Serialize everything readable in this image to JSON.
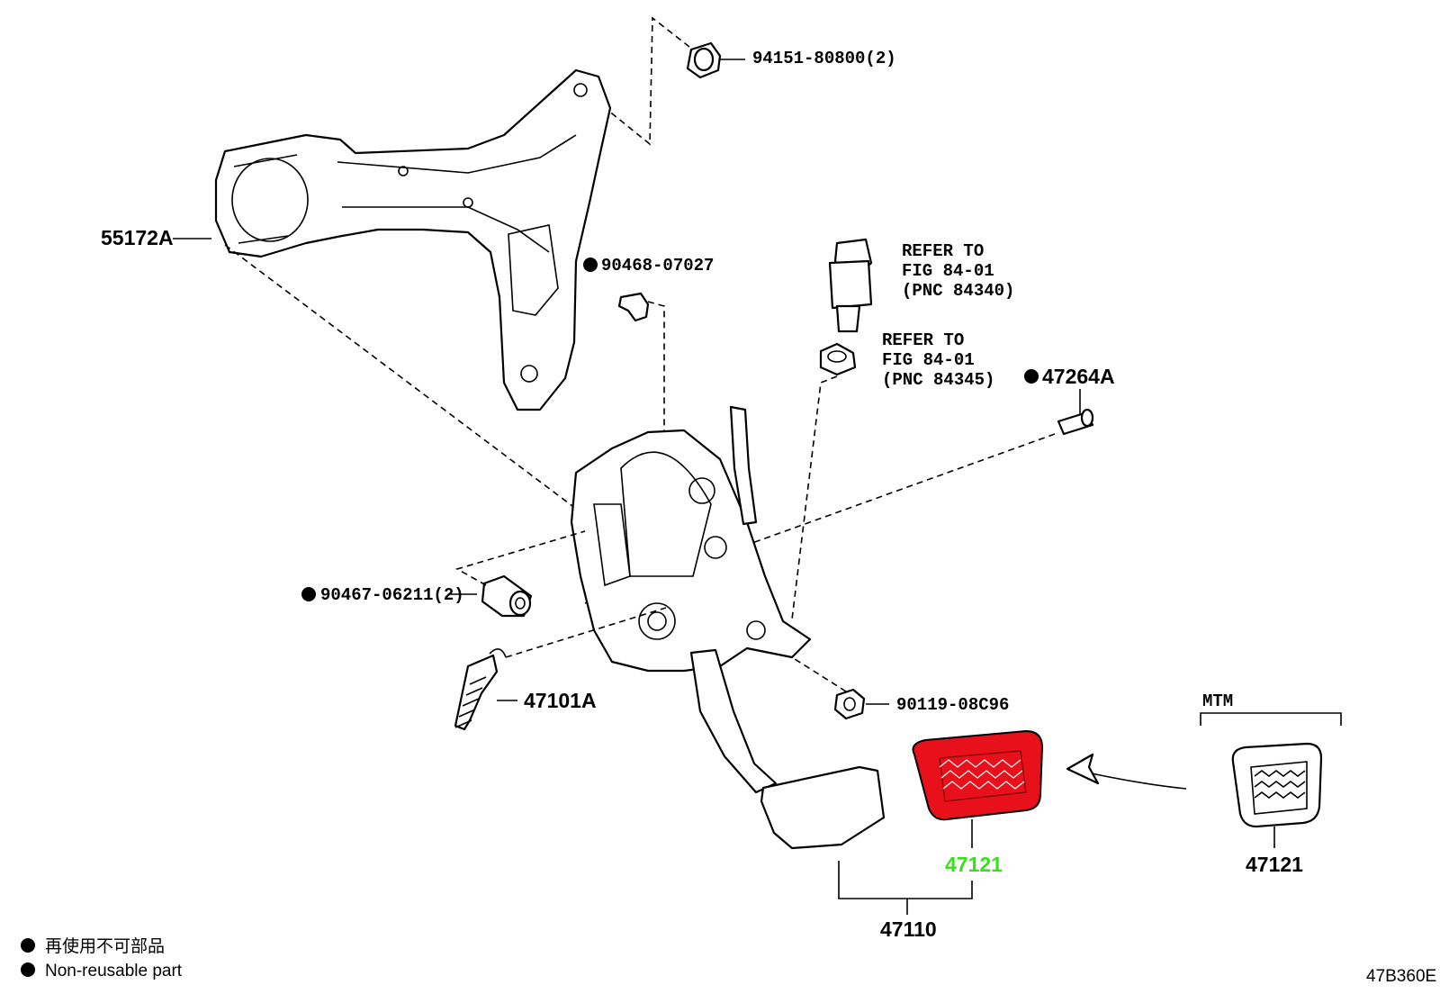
{
  "labels": {
    "bolt_top": "94151-80800(2)",
    "bracket": "55172A",
    "clip": "90468-07027",
    "refer1_line1": "REFER TO",
    "refer1_line2": "FIG 84-01",
    "refer1_line3": "(PNC 84340)",
    "refer2_line1": "REFER TO",
    "refer2_line2": "FIG 84-01",
    "refer2_line3": "(PNC 84345)",
    "pin": "47264A",
    "bushing": "90467-06211(2)",
    "spring": "47101A",
    "bolt_small": "90119-08C96",
    "mtm": "MTM",
    "pad_highlight": "47121",
    "pad_mtm": "47121",
    "pedal_assy": "47110"
  },
  "legend": {
    "jp": "再使用不可部品",
    "en": "Non-reusable part"
  },
  "figure_code": "47B360E",
  "colors": {
    "highlight_fill": "#e8101a",
    "highlight_label": "#38e01a",
    "ink": "#000000"
  }
}
